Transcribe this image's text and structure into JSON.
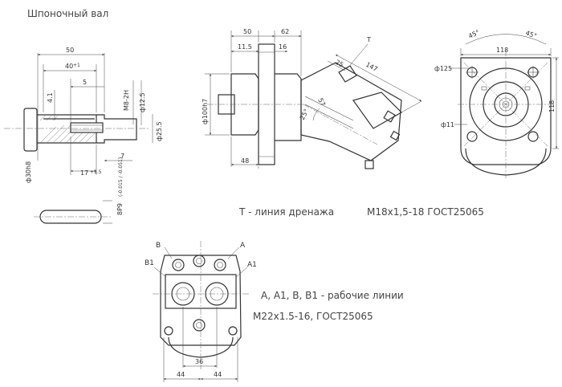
{
  "shaft": {
    "title": "Шпоночный вал",
    "dim_50": "50",
    "dim_40": "40",
    "dim_40_tol": "+1",
    "dim_5": "5",
    "dim_4_1": "4.1",
    "dim_m8": "M8-2H",
    "dim_12_5": "ф12.5",
    "dim_25_5": "ф25.5",
    "dim_7": "7",
    "dim_17": "17",
    "dim_17_tol": "+1.5",
    "dim_30": "ф30h8",
    "dim_8p9": "8P9",
    "dim_8p9_tol": "(-0.015 / -0.051)"
  },
  "side_view": {
    "dim_50": "50",
    "dim_62": "62",
    "dim_11_5": "11.5",
    "dim_16": "16",
    "dim_t": "T",
    "dim_25": "25",
    "dim_147": "147",
    "dim_57": "57",
    "dim_25deg": "25°",
    "dim_100": "ф100h7",
    "dim_48": "48"
  },
  "front_view": {
    "dim_45_left": "45°",
    "dim_45_right": "45°",
    "dim_118_top": "118",
    "dim_125": "ф125",
    "dim_118_right": "118",
    "dim_11": "ф11"
  },
  "bottom_view": {
    "label_b": "B",
    "label_b1": "B1",
    "label_a": "A",
    "label_a1": "A1",
    "dim_36": "36",
    "dim_44_left": "44",
    "dim_44_right": "44"
  },
  "notes": {
    "drain": "T - линия дренажа",
    "drain_thread": "M18x1,5-18 ГОСТ25065",
    "work_lines": "A, A1, B, B1 - рабочие линии",
    "work_thread": "M22x1.5-16, ГОСТ25065"
  }
}
